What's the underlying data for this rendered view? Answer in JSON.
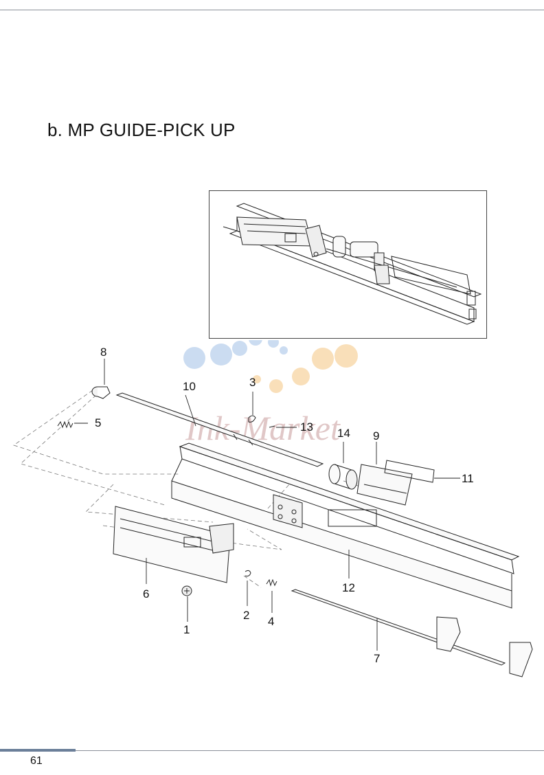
{
  "header": {
    "rule": "top-rule"
  },
  "page": {
    "title": "b. MP GUIDE-PICK UP",
    "page_number": "61"
  },
  "diagram": {
    "callouts": {
      "c1": "1",
      "c2": "2",
      "c3": "3",
      "c4": "4",
      "c5": "5",
      "c6": "6",
      "c7": "7",
      "c8": "8",
      "c9": "9",
      "c10": "10",
      "c11": "11",
      "c12": "12",
      "c13": "13",
      "c14": "14"
    },
    "watermark": "Ink-Market"
  },
  "colors": {
    "rule": "#8a8f98",
    "accent": "#6b7f99",
    "line": "#222222",
    "watermark_blue": "#a8c4e8",
    "watermark_orange": "#f5c98a"
  }
}
